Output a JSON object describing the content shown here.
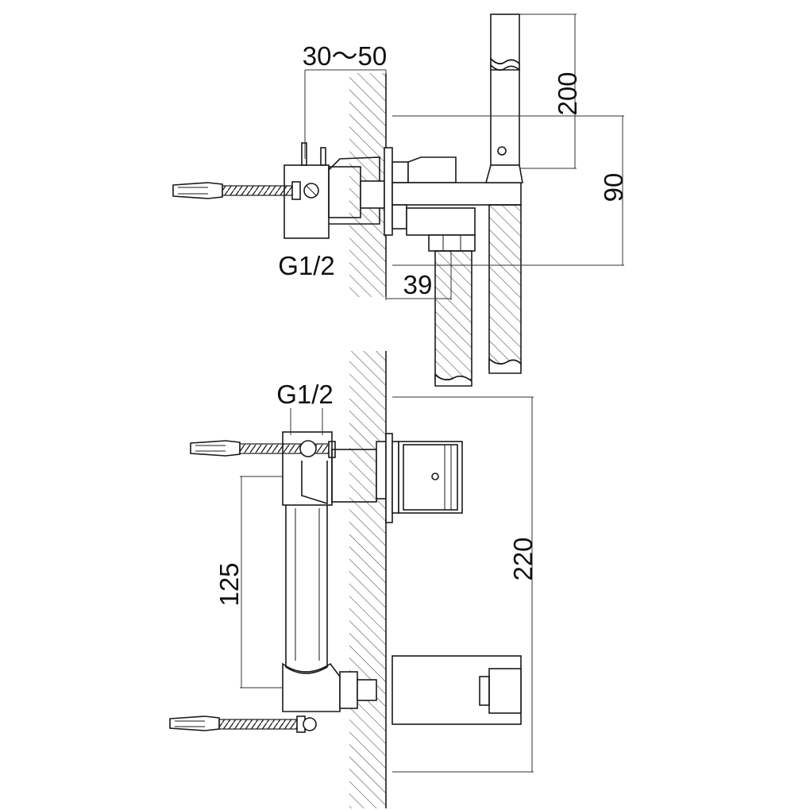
{
  "diagram": {
    "top_view": {
      "dim_wall_range": "30～50",
      "dim_hose": "200",
      "dim_height": "90",
      "dim_projection": "39",
      "thread_label": "G1/2"
    },
    "bottom_view": {
      "thread_label": "G1/2",
      "dim_spacing": "125",
      "dim_total_height": "220"
    },
    "colors": {
      "line": "#1a1a1a",
      "hatch": "#555555",
      "background": "#ffffff"
    }
  }
}
